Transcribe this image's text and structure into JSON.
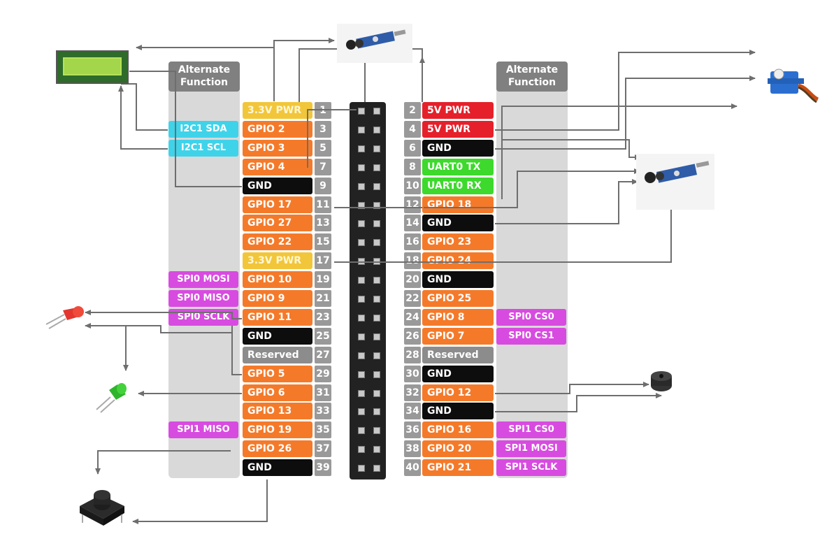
{
  "alt_header_left": [
    "Alternate",
    "Function"
  ],
  "alt_header_right": [
    "Alternate",
    "Function"
  ],
  "colors": {
    "orange": "#f47a2a",
    "yellow": "#f2c63a",
    "red": "#e5202b",
    "black": "#0d0d0d",
    "gray": "#8c8c8c",
    "green": "#3dd92c",
    "magenta": "#d84be0",
    "cyan": "#3fd3ea",
    "wire": "#6e6e6e",
    "alt_bg": "#d9d9d9",
    "header": "#222222"
  },
  "left_pins": [
    {
      "num": "1",
      "label": "3.3V PWR",
      "color": "yellow",
      "alt": ""
    },
    {
      "num": "3",
      "label": "GPIO 2",
      "color": "orange",
      "alt": "I2C1 SDA",
      "alt_color": "cyan"
    },
    {
      "num": "5",
      "label": "GPIO 3",
      "color": "orange",
      "alt": "I2C1 SCL",
      "alt_color": "cyan"
    },
    {
      "num": "7",
      "label": "GPIO 4",
      "color": "orange",
      "alt": ""
    },
    {
      "num": "9",
      "label": "GND",
      "color": "black",
      "alt": ""
    },
    {
      "num": "11",
      "label": "GPIO 17",
      "color": "orange",
      "alt": ""
    },
    {
      "num": "13",
      "label": "GPIO 27",
      "color": "orange",
      "alt": ""
    },
    {
      "num": "15",
      "label": "GPIO 22",
      "color": "orange",
      "alt": ""
    },
    {
      "num": "17",
      "label": "3.3V PWR",
      "color": "yellow",
      "alt": ""
    },
    {
      "num": "19",
      "label": "GPIO 10",
      "color": "orange",
      "alt": "SPI0 MOSI",
      "alt_color": "magenta"
    },
    {
      "num": "21",
      "label": "GPIO 9",
      "color": "orange",
      "alt": "SPI0 MISO",
      "alt_color": "magenta"
    },
    {
      "num": "23",
      "label": "GPIO 11",
      "color": "orange",
      "alt": "SPI0 SCLK",
      "alt_color": "magenta"
    },
    {
      "num": "25",
      "label": "GND",
      "color": "black",
      "alt": ""
    },
    {
      "num": "27",
      "label": "Reserved",
      "color": "gray",
      "alt": ""
    },
    {
      "num": "29",
      "label": "GPIO 5",
      "color": "orange",
      "alt": ""
    },
    {
      "num": "31",
      "label": "GPIO 6",
      "color": "orange",
      "alt": ""
    },
    {
      "num": "33",
      "label": "GPIO 13",
      "color": "orange",
      "alt": ""
    },
    {
      "num": "35",
      "label": "GPIO 19",
      "color": "orange",
      "alt": "SPI1 MISO",
      "alt_color": "magenta"
    },
    {
      "num": "37",
      "label": "GPIO 26",
      "color": "orange",
      "alt": ""
    },
    {
      "num": "39",
      "label": "GND",
      "color": "black",
      "alt": ""
    }
  ],
  "right_pins": [
    {
      "num": "2",
      "label": "5V PWR",
      "color": "red",
      "alt": ""
    },
    {
      "num": "4",
      "label": "5V PWR",
      "color": "red",
      "alt": ""
    },
    {
      "num": "6",
      "label": "GND",
      "color": "black",
      "alt": ""
    },
    {
      "num": "8",
      "label": "UART0 TX",
      "color": "green",
      "alt": ""
    },
    {
      "num": "10",
      "label": "UART0 RX",
      "color": "green",
      "alt": ""
    },
    {
      "num": "12",
      "label": "GPIO 18",
      "color": "orange",
      "alt": ""
    },
    {
      "num": "14",
      "label": "GND",
      "color": "black",
      "alt": ""
    },
    {
      "num": "16",
      "label": "GPIO 23",
      "color": "orange",
      "alt": ""
    },
    {
      "num": "18",
      "label": "GPIO 24",
      "color": "orange",
      "alt": ""
    },
    {
      "num": "20",
      "label": "GND",
      "color": "black",
      "alt": ""
    },
    {
      "num": "22",
      "label": "GPIO 25",
      "color": "orange",
      "alt": ""
    },
    {
      "num": "24",
      "label": "GPIO 8",
      "color": "orange",
      "alt": "SPI0 CS0",
      "alt_color": "magenta"
    },
    {
      "num": "26",
      "label": "GPIO 7",
      "color": "orange",
      "alt": "SPI0 CS1",
      "alt_color": "magenta"
    },
    {
      "num": "28",
      "label": "Reserved",
      "color": "gray",
      "alt": ""
    },
    {
      "num": "30",
      "label": "GND",
      "color": "black",
      "alt": ""
    },
    {
      "num": "32",
      "label": "GPIO 12",
      "color": "orange",
      "alt": ""
    },
    {
      "num": "34",
      "label": "GND",
      "color": "black",
      "alt": ""
    },
    {
      "num": "36",
      "label": "GPIO 16",
      "color": "orange",
      "alt": "SPI1 CS0",
      "alt_color": "magenta"
    },
    {
      "num": "38",
      "label": "GPIO 20",
      "color": "orange",
      "alt": "SPI1 MOSI",
      "alt_color": "magenta"
    },
    {
      "num": "40",
      "label": "GPIO 21",
      "color": "orange",
      "alt": "SPI1 SCLK",
      "alt_color": "magenta"
    }
  ],
  "devices": [
    {
      "name": "lcd-display",
      "icon": "lcd-icon"
    },
    {
      "name": "ir-sensor-top",
      "icon": "ir-sensor-icon"
    },
    {
      "name": "ir-sensor-right",
      "icon": "ir-sensor-icon"
    },
    {
      "name": "servo-motor",
      "icon": "servo-icon"
    },
    {
      "name": "red-led",
      "icon": "led-icon"
    },
    {
      "name": "green-led",
      "icon": "led-icon"
    },
    {
      "name": "buzzer",
      "icon": "buzzer-icon"
    },
    {
      "name": "push-button",
      "icon": "push-button-icon"
    }
  ]
}
